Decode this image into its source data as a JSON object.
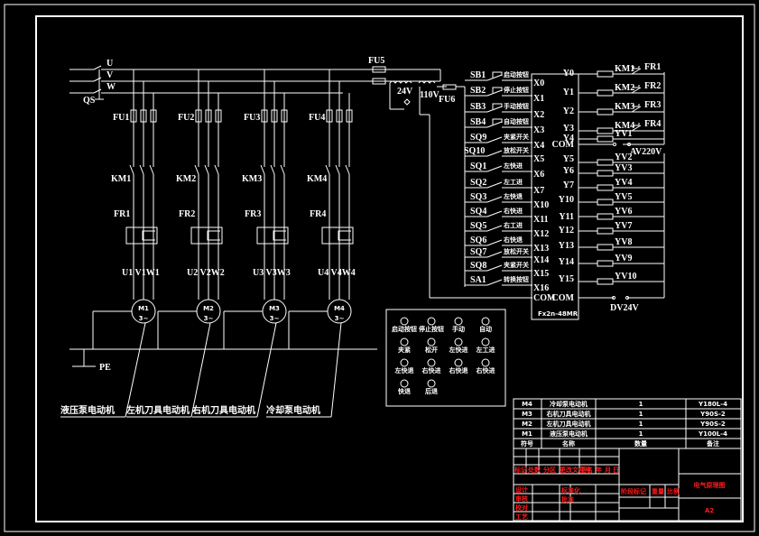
{
  "drawing": {
    "phases": [
      "U",
      "V",
      "W"
    ],
    "main_switch": "QS",
    "pe_label": "PE",
    "motors": [
      {
        "fuse": "FU1",
        "contactor": "KM1",
        "relay": "FR1",
        "terminals": "U1 V1W1",
        "id": "M1",
        "phase": "3~",
        "name": "液压泵电动机"
      },
      {
        "fuse": "FU2",
        "contactor": "KM2",
        "relay": "FR2",
        "terminals": "U2 V2W2",
        "id": "M2",
        "phase": "3~",
        "name": "左机刀具电动机"
      },
      {
        "fuse": "FU3",
        "contactor": "KM3",
        "relay": "FR3",
        "terminals": "U3 V3W3",
        "id": "M3",
        "phase": "3~",
        "name": "右机刀具电动机"
      },
      {
        "fuse": "FU4",
        "contactor": "KM4",
        "relay": "FR4",
        "terminals": "U4 V4W4",
        "id": "M4",
        "phase": "3~",
        "name": "冷却泵电动机"
      }
    ],
    "control": {
      "fu5": "FU5",
      "fu6": "FU6",
      "v24": "24V",
      "v110": "110V"
    },
    "plc": {
      "model": "Fx2n-48MR",
      "inputs": [
        {
          "device": "SB1",
          "desc": "启动按钮",
          "port": "X0"
        },
        {
          "device": "SB2",
          "desc": "停止按钮",
          "port": "X1"
        },
        {
          "device": "SB3",
          "desc": "手动按钮",
          "port": "X2"
        },
        {
          "device": "SB4",
          "desc": "自动按钮",
          "port": "X3"
        },
        {
          "device": "SQ9",
          "desc": "夹紧开关",
          "port": "X4"
        },
        {
          "device": "SQ10",
          "desc": "放松开关",
          "port": "X5"
        },
        {
          "device": "SQ1",
          "desc": "左快进",
          "port": "X6"
        },
        {
          "device": "SQ2",
          "desc": "左工进",
          "port": "X7"
        },
        {
          "device": "SQ3",
          "desc": "左快退",
          "port": "X10"
        },
        {
          "device": "SQ4",
          "desc": "右快进",
          "port": "X11"
        },
        {
          "device": "SQ5",
          "desc": "右工进",
          "port": "X12"
        },
        {
          "device": "SQ6",
          "desc": "右快退",
          "port": "X13"
        },
        {
          "device": "SQ7",
          "desc": "放松开关",
          "port": "X14"
        },
        {
          "device": "SQ8",
          "desc": "夹紧开关",
          "port": "X15"
        },
        {
          "device": "SA1",
          "desc": "转换按钮",
          "port": "X16"
        }
      ],
      "input_com": "COM",
      "outputs": [
        {
          "port": "Y0",
          "load": "KM1",
          "relay": "FR1"
        },
        {
          "port": "Y1",
          "load": "KM2",
          "relay": "FR2"
        },
        {
          "port": "Y2",
          "load": "KM3",
          "relay": "FR3"
        },
        {
          "port": "Y3",
          "load": "KM4",
          "relay": "FR4"
        },
        {
          "port": "Y4",
          "load": "YV1",
          "relay": ""
        },
        {
          "port": "Y5",
          "load": "YV2",
          "relay": ""
        },
        {
          "port": "Y6",
          "load": "YV3",
          "relay": ""
        },
        {
          "port": "Y7",
          "load": "YV4",
          "relay": ""
        },
        {
          "port": "Y10",
          "load": "YV5",
          "relay": ""
        },
        {
          "port": "Y11",
          "load": "YV6",
          "relay": ""
        },
        {
          "port": "Y12",
          "load": "YV7",
          "relay": ""
        },
        {
          "port": "Y13",
          "load": "YV8",
          "relay": ""
        },
        {
          "port": "Y14",
          "load": "YV9",
          "relay": ""
        },
        {
          "port": "Y15",
          "load": "YV10",
          "relay": ""
        }
      ],
      "output_com1": "COM",
      "output_com2": "COM",
      "ac_supply": "AV220V",
      "dc_supply": "DV24V"
    },
    "panel": {
      "buttons": [
        "启动按钮",
        "停止按钮",
        "手动",
        "自动",
        "夹紧",
        "松开",
        "左快进",
        "左工进",
        "左快退",
        "右快进",
        "右快退",
        "右快进",
        "快退",
        "后退"
      ]
    },
    "bom": {
      "rows": [
        {
          "code": "M4",
          "name": "冷却泵电动机",
          "qty": "1",
          "note": "Y180L-4"
        },
        {
          "code": "M3",
          "name": "右机刀具电动机",
          "qty": "1",
          "note": "Y90S-2"
        },
        {
          "code": "M2",
          "name": "左机刀具电动机",
          "qty": "1",
          "note": "Y90S-2"
        },
        {
          "code": "M1",
          "name": "液压泵电动机",
          "qty": "1",
          "note": "Y100L-4"
        }
      ],
      "header": {
        "code": "符号",
        "name": "名称",
        "qty": "数量",
        "note": "备注"
      }
    },
    "title_block": {
      "row_labels": [
        "标记",
        "处数",
        "分区",
        "更改文件号",
        "签名",
        "年",
        "月",
        "日"
      ],
      "left_labels": [
        "设计",
        "审核",
        "校对",
        "工艺"
      ],
      "mid_labels": [
        "标准化",
        "批准"
      ],
      "stage": "阶段标记",
      "weight": "重量",
      "scale": "比例",
      "title": "电气原理图",
      "sheet": "A2"
    }
  }
}
